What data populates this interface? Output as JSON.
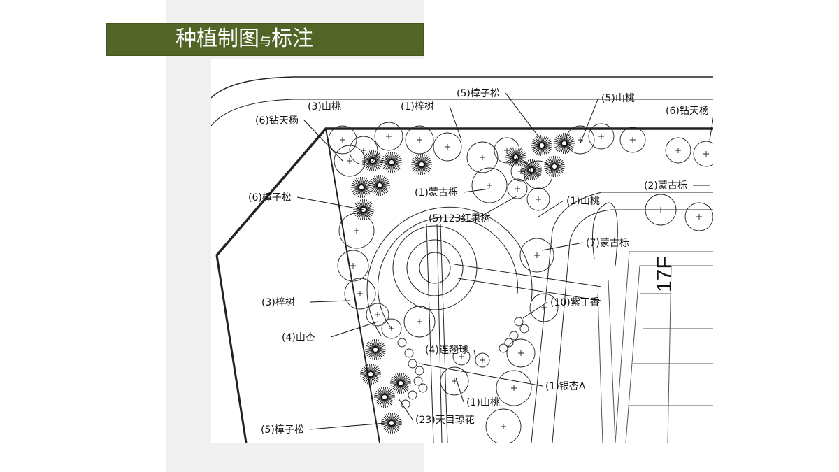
{
  "slide": {
    "title_part1": "种植制图",
    "title_connector": "与",
    "title_part2": "标注",
    "accent_color": "#536526",
    "panel_color": "#f0f0f0"
  },
  "plan": {
    "building_label": "17F",
    "labels": [
      "(3)山桃",
      "(1)梓树",
      "(5)樟子松",
      "(5)山桃",
      "(6)钻天杨",
      "(6)钻天杨",
      "(6)樟子松",
      "(1)蒙古栎",
      "(5)123红果树",
      "(1)山桃",
      "(2)蒙古栎",
      "(7)蒙古栎",
      "(3)梓树",
      "(10)紫丁香",
      "(4)山杏",
      "(4)连翘球",
      "(1)银杏A",
      "(1)山桃",
      "(23)天目琼花",
      "(5)樟子松"
    ]
  }
}
